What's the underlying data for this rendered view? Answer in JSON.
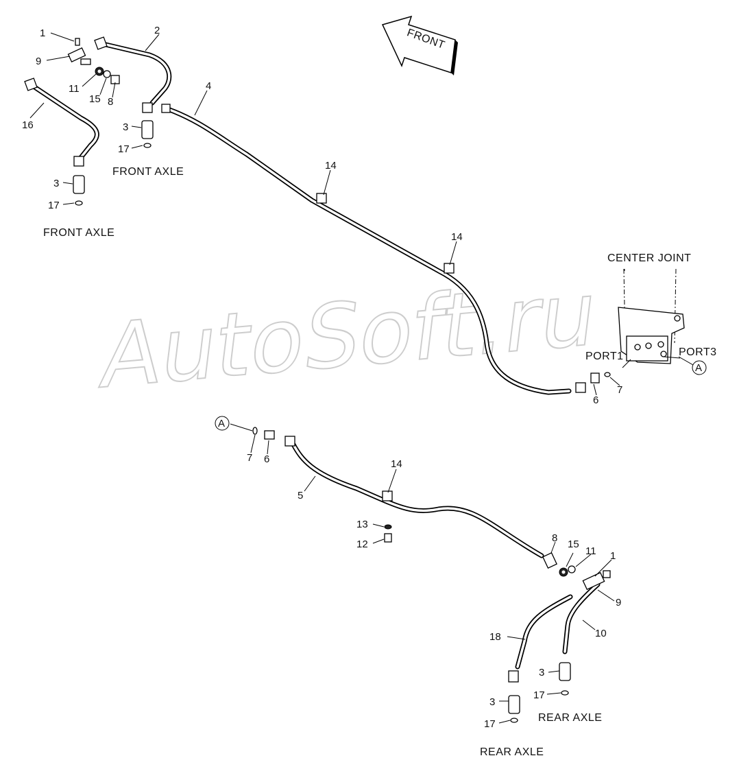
{
  "watermark": "AutoSoft.ru",
  "front_arrow": {
    "label": "FRONT"
  },
  "labels": {
    "front_axle_1": "FRONT AXLE",
    "front_axle_2": "FRONT AXLE",
    "center_joint": "CENTER JOINT",
    "port1": "PORT1",
    "port3": "PORT3",
    "rear_axle_1": "REAR AXLE",
    "rear_axle_2": "REAR AXLE"
  },
  "refs": {
    "a_top": "A",
    "a_bottom": "A"
  },
  "callouts": [
    "1",
    "2",
    "9",
    "11",
    "15",
    "8",
    "4",
    "16",
    "3",
    "17",
    "3",
    "17",
    "14",
    "14",
    "6",
    "7",
    "7",
    "6",
    "14",
    "5",
    "13",
    "12",
    "8",
    "15",
    "11",
    "1",
    "9",
    "10",
    "18",
    "3",
    "17",
    "3",
    "17"
  ]
}
